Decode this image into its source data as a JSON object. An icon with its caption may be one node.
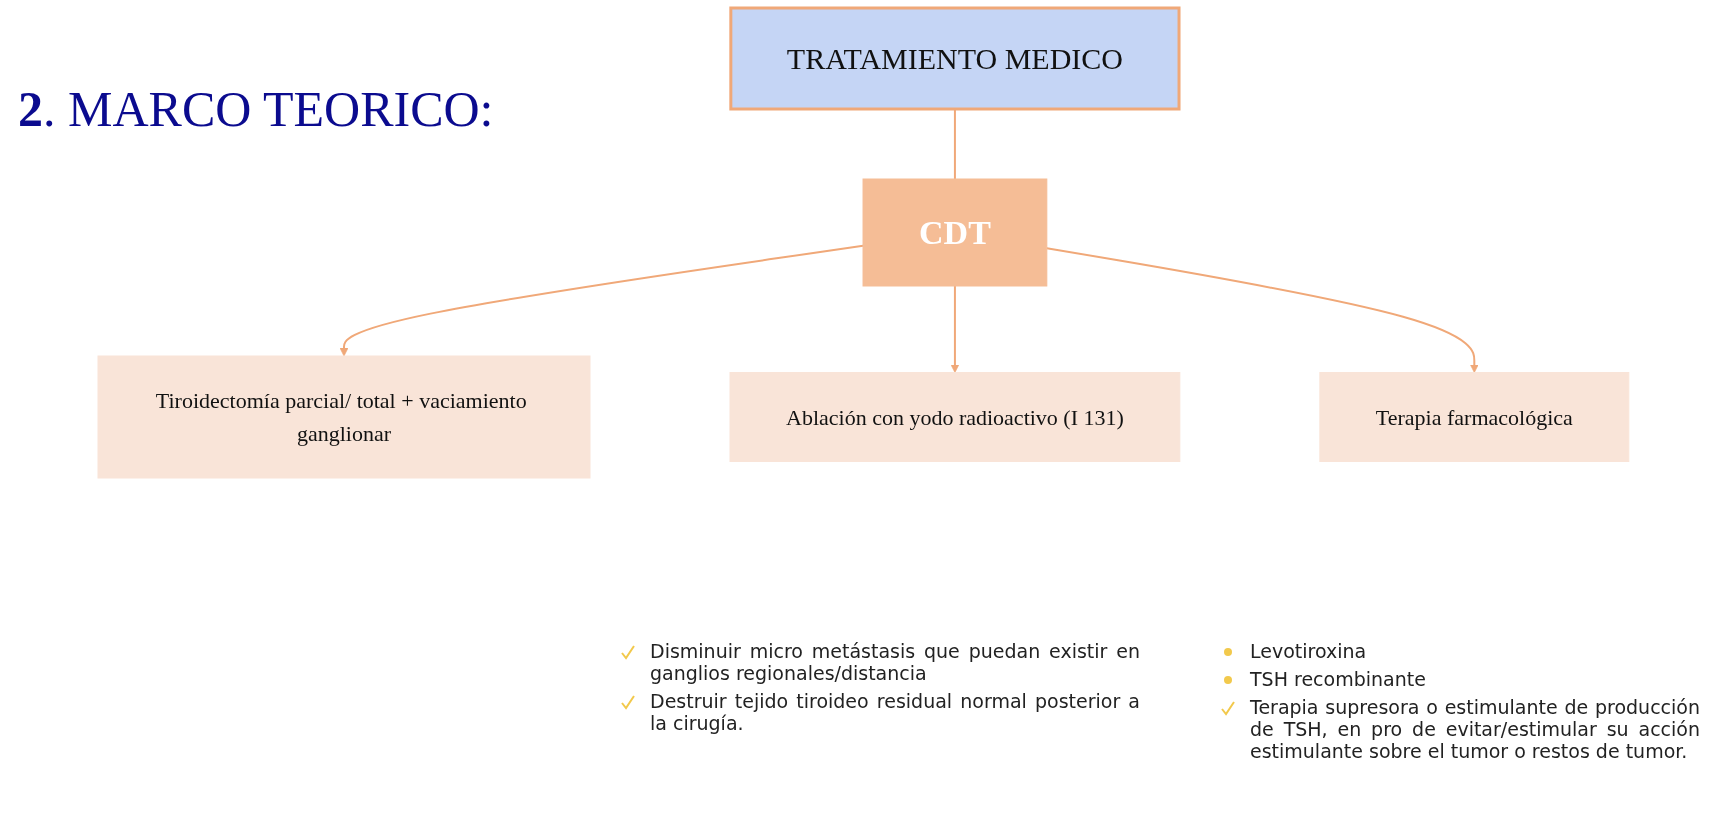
{
  "diagram": {
    "title": "**2**. MARCO TEORICO:",
    "nodes": [
      {
        "text": [
          "TRATAMIENTO MEDICO"
        ]
      },
      {
        "text": [
          "CDT"
        ]
      },
      {
        "text": [
          "Tiroidectomía parcial/ total + vaciamiento ganglionar"
        ]
      },
      {
        "text": [
          "Ablación con yodo radioactivo (I 131)"
        ]
      },
      {
        "text": [
          "Terapia farmacológica"
        ]
      }
    ],
    "edges": [
      {
        "from": 0,
        "to": 1,
        "arrow": "none"
      },
      {
        "from": 1,
        "to": 2,
        "arrow": "to"
      },
      {
        "from": 1,
        "to": 3,
        "arrow": "to"
      },
      {
        "from": 1,
        "to": 4,
        "arrow": "to"
      }
    ],
    "labels": [
      "Disminuir micro metástasis que puedan existir en ganglios regionales/distancia",
      "Destruir tejido tiroideo residual normal posterior a la cirugía.",
      "Levotiroxina",
      "TSH recombinante",
      "Terapia supresora o estimulante de producción de TSH, en pro de evitar/estimular su acción estimulante sobre el tumor o restos de tumor."
    ]
  }
}
